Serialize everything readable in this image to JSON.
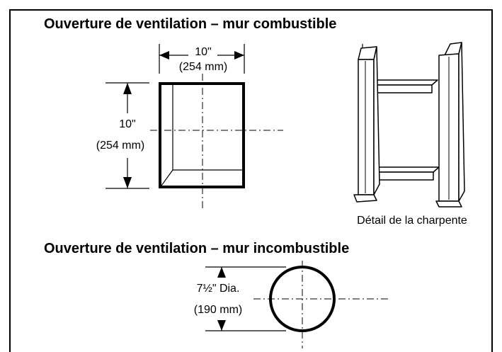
{
  "section_combustible": {
    "title": "Ouverture de ventilation – mur combustible",
    "width_label": "10\"",
    "width_mm": "(254 mm)",
    "height_label": "10\"",
    "height_mm": "(254 mm)",
    "framing_caption": "Détail de la charpente"
  },
  "section_noncombustible": {
    "title": "Ouverture de ventilation – mur incombustible",
    "diameter_label": "7½\" Dia.",
    "diameter_mm": "(190 mm)"
  }
}
